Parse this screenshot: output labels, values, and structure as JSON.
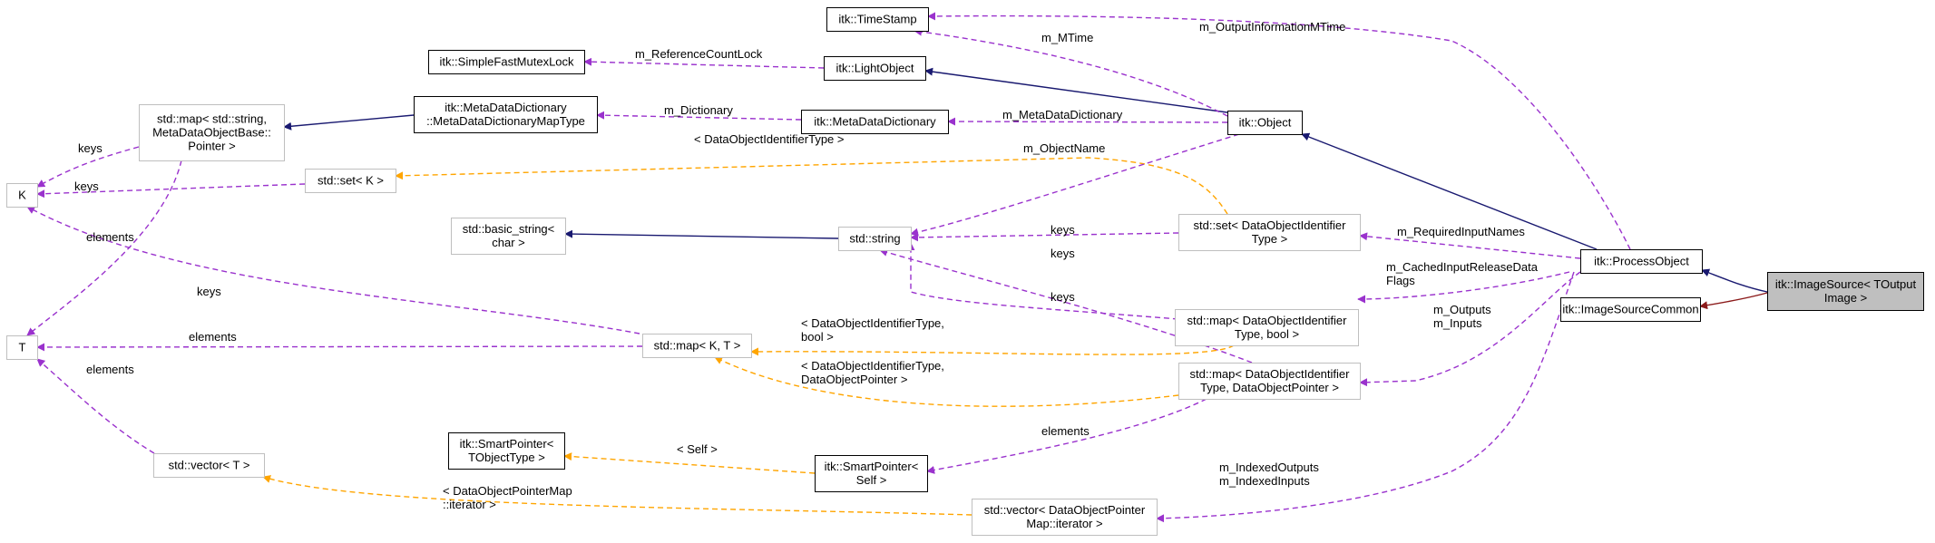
{
  "colors": {
    "inherit": "#191970",
    "inherit_private": "#8b1a1a",
    "usage": "#9a32cd",
    "template": "#ffa500",
    "node_border_documented": "#000000",
    "node_border_undocumented": "#bfbfbf",
    "focus_fill": "#bfbfbf"
  },
  "nodes": {
    "timestamp": [
      "itk::TimeStamp"
    ],
    "mutexlock": [
      "itk::SimpleFastMutexLock"
    ],
    "lightobject": [
      "itk::LightObject"
    ],
    "mdd_maptype": [
      "itk::MetaDataDictionary",
      "::MetaDataDictionaryMapType"
    ],
    "mdd": [
      "itk::MetaDataDictionary"
    ],
    "object": [
      "itk::Object"
    ],
    "stdmap_string": [
      "std::map< std::string,",
      "MetaDataObjectBase::",
      "Pointer >"
    ],
    "K": [
      "K"
    ],
    "stdset_K": [
      "std::set< K >"
    ],
    "basic_string": [
      "std::basic_string<",
      "char >"
    ],
    "stdstring": [
      "std::string"
    ],
    "set_doid": [
      "std::set< DataObjectIdentifier",
      "Type >"
    ],
    "processobject": [
      "itk::ProcessObject"
    ],
    "imagesource": [
      "itk::ImageSource< TOutput",
      "Image >"
    ],
    "isc": [
      "itk::ImageSourceCommon"
    ],
    "map_doid_bool": [
      "std::map< DataObjectIdentifier",
      "Type, bool >"
    ],
    "T": [
      "T"
    ],
    "map_KT": [
      "std::map< K, T >"
    ],
    "map_doid_ptr": [
      "std::map< DataObjectIdentifier",
      "Type, DataObjectPointer >"
    ],
    "smartptr_T": [
      "itk::SmartPointer<",
      "TObjectType >"
    ],
    "smartptr_self": [
      "itk::SmartPointer<",
      "Self >"
    ],
    "vector_T": [
      "std::vector< T >"
    ],
    "vector_dop": [
      "std::vector< DataObjectPointer",
      "Map::iterator >"
    ]
  },
  "edge_labels": {
    "m_OutputInformationMTime": [
      "m_OutputInformationMTime"
    ],
    "m_MTime": [
      "m_MTime"
    ],
    "m_ReferenceCountLock": [
      "m_ReferenceCountLock"
    ],
    "m_Dictionary": [
      "m_Dictionary"
    ],
    "m_MetaDataDictionary": [
      "m_MetaDataDictionary"
    ],
    "keys_map": [
      "keys"
    ],
    "doid_type": [
      "< DataObjectIdentifierType >"
    ],
    "m_ObjectName": [
      "m_ObjectName"
    ],
    "keys_set": [
      "keys"
    ],
    "elements_map": [
      "elements"
    ],
    "keys_string_set": [
      "keys"
    ],
    "m_RequiredInputNames": [
      "m_RequiredInputNames"
    ],
    "keys_string_map": [
      "keys"
    ],
    "m_Cached": [
      "m_CachedInputReleaseData",
      "Flags"
    ],
    "keys_K_map": [
      "keys"
    ],
    "keys_string_ptr": [
      "keys"
    ],
    "m_Outputs": [
      "m_Outputs",
      "m_Inputs"
    ],
    "elements_T_map": [
      "elements"
    ],
    "doid_bool": [
      "< DataObjectIdentifierType,",
      "bool >"
    ],
    "doid_ptr": [
      "< DataObjectIdentifierType,",
      "DataObjectPointer >"
    ],
    "elements_vector": [
      "elements"
    ],
    "self": [
      "< Self >"
    ],
    "elements_smart": [
      "elements"
    ],
    "m_Indexed": [
      "m_IndexedOutputs",
      "m_IndexedInputs"
    ],
    "dop_iter": [
      "< DataObjectPointerMap",
      "::iterator >"
    ]
  }
}
